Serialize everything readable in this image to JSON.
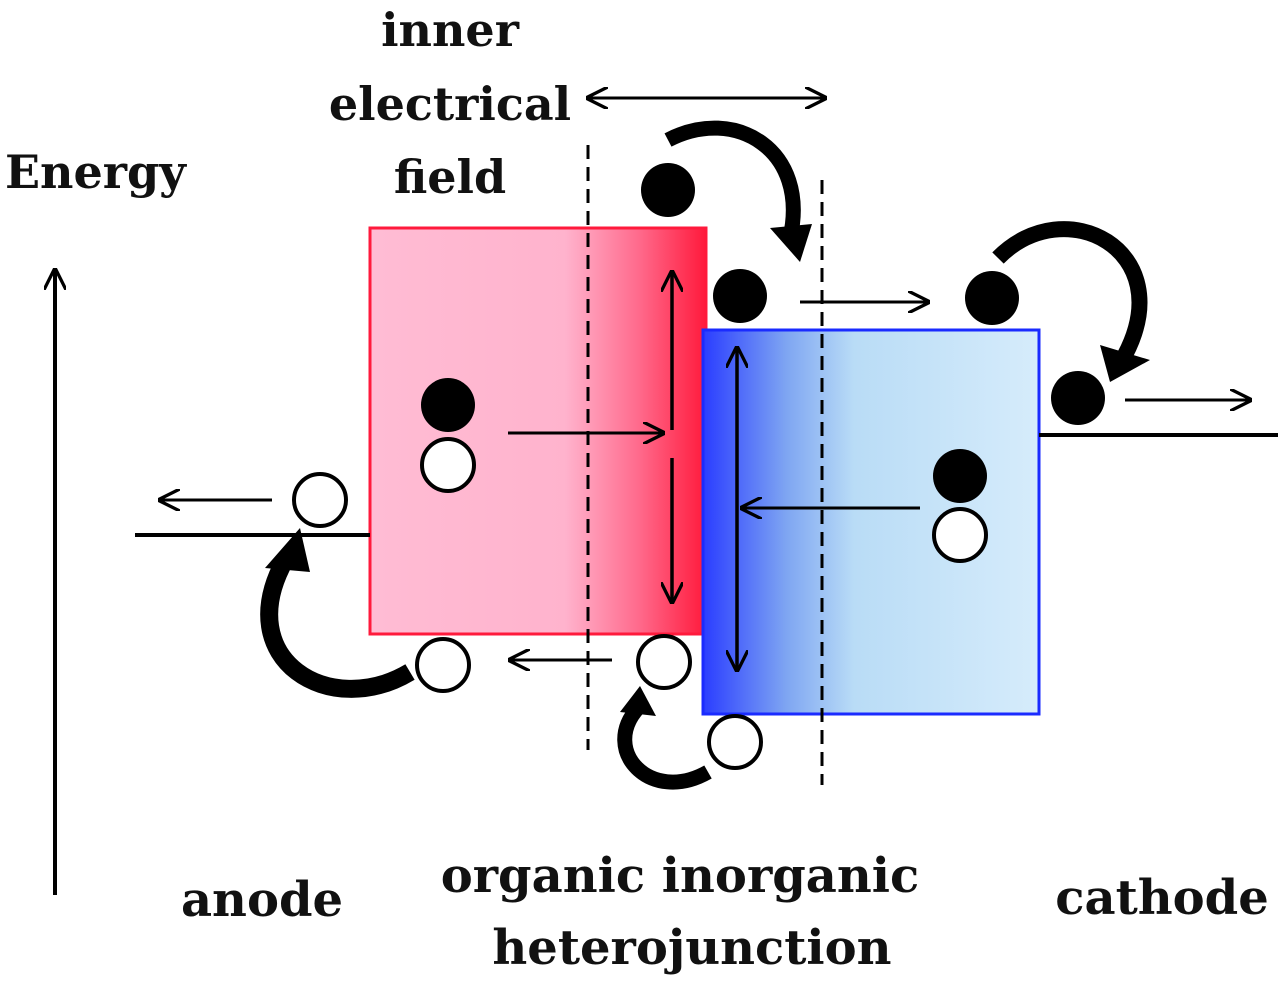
{
  "labels": {
    "energy": "Energy",
    "field_line1": "inner",
    "field_line2": "electrical",
    "field_line3": "field",
    "anode": "anode",
    "cathode": "cathode",
    "junction_line1": "organic inorganic",
    "junction_line2": "heterojunction"
  },
  "colors": {
    "organic_fill": "#ffb8d2",
    "organic_edge": "#ff1a3c",
    "inorganic_fill": "#d4ecfb",
    "inorganic_edge": "#1a2bff",
    "ink": "#000000"
  }
}
